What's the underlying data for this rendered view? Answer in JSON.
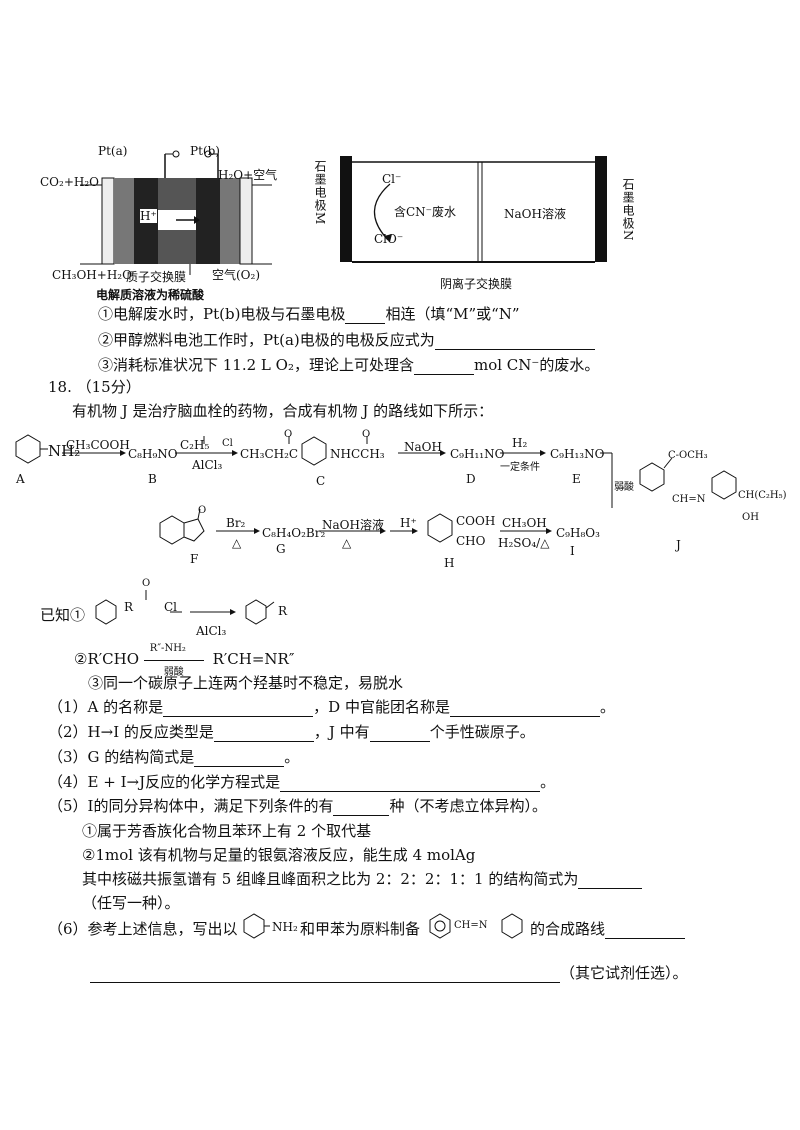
{
  "cell_diagram": {
    "pt_a": "Pt(a)",
    "pt_b": "Pt(b)",
    "left_in": "CO₂+H₂O",
    "right_out": "H₂O+空气",
    "proton": "H⁺",
    "left_bottom": "CH₃OH+H₂O",
    "membrane": "质子交换膜",
    "air": "空气(O₂)",
    "electrolyte": "电解质溶液为稀硫酸"
  },
  "electrolysis_diagram": {
    "left_electrode": "石墨电极M",
    "right_electrode": "石墨电极N",
    "cl_minus": "Cl⁻",
    "clo_minus": "ClO⁻",
    "left_solution": "含CN⁻废水",
    "right_solution": "NaOH溶液",
    "membrane": "阴离子交换膜"
  },
  "q17": {
    "q1": "①电解废水时，Pt(b)电极与石墨电极",
    "q1_end": "相连（填“M”或“N”",
    "q2": "②甲醇燃料电池工作时，Pt(a)电极的电极反应式为",
    "q3": "③消耗标准状况下 11.2 L O₂，理论上可处理含",
    "q3_end": "mol CN⁻的废水。"
  },
  "q18": {
    "number": "18.",
    "points": "（15分）",
    "intro": "有机物 J 是治疗脑血栓的药物，合成有机物 J 的路线如下所示：",
    "route1": {
      "A": "A",
      "nh2": "NH₂",
      "r1": "CH₃COOH",
      "B_formula": "C₈H₉NO",
      "B": "B",
      "r2_top": "C₂H₅",
      "r2_bottom": "AlCl₃",
      "C_left": "CH₃CH₂C",
      "C_right": "NHCCH₃",
      "C": "C",
      "r3": "NaOH",
      "D_formula": "C₉H₁₁NO",
      "D": "D",
      "r4_top": "H₂",
      "r4_bottom": "一定条件",
      "E_formula": "C₉H₁₃NO",
      "E": "E",
      "acid": "弱酸",
      "J": "J",
      "J_label1": "C-OCH₃",
      "J_label2": "CH=N",
      "J_label3": "CH(C₂H₅)",
      "J_label4": "OH"
    },
    "route2": {
      "F": "F",
      "r1": "Br₂",
      "r1_bottom": "△",
      "G_formula": "C₈H₄O₂Br₂",
      "G": "G",
      "r2": "NaOH溶液",
      "r2_bottom": "△",
      "r3": "H⁺",
      "H_cooh": "COOH",
      "H_cho": "CHO",
      "H": "H",
      "r4_top": "CH₃OH",
      "r4_bottom": "H₂SO₄/△",
      "I_formula": "C₉H₈O₃",
      "I": "I"
    },
    "known": {
      "label": "已知①",
      "r_group": "R",
      "acyl_cl": "Cl",
      "cat": "AlCl₃",
      "product_r": "R",
      "k2_left": "②R′CHO",
      "k2_top": "R″-NH₂",
      "k2_bottom": "弱酸",
      "k2_right": "R′CH=NR″",
      "k3": "③同一个碳原子上连两个羟基时不稳定，易脱水"
    },
    "parts": {
      "p1a": "（1）A 的名称是",
      "p1b": "，D 中官能团名称是",
      "p1c": "。",
      "p2a": "（2）H→I 的反应类型是",
      "p2b": "，J 中有",
      "p2c": "个手性碳原子。",
      "p3a": "（3）G 的结构简式是",
      "p3b": "。",
      "p4a": "（4）E + I→J反应的化学方程式是",
      "p4b": "。",
      "p5a": "（5）I的同分异构体中，满足下列条件的有",
      "p5b": "种（不考虑立体异构）。",
      "p5c1": "①属于芳香族化合物且苯环上有 2 个取代基",
      "p5c2": "②1mol 该有机物与足量的银氨溶液反应，能生成 4 molAg",
      "p5d": "其中核磁共振氢谱有 5 组峰且峰面积之比为 2：2：2：1：1 的结构简式为",
      "p5e": "（任写一种）。",
      "p6a": "（6）参考上述信息，写出以",
      "p6_nh2": "NH₂",
      "p6b": "和甲苯为原料制备",
      "p6_link": "CH=N",
      "p6c": "的合成路线",
      "p6d": "（其它试剂任选）。"
    }
  }
}
